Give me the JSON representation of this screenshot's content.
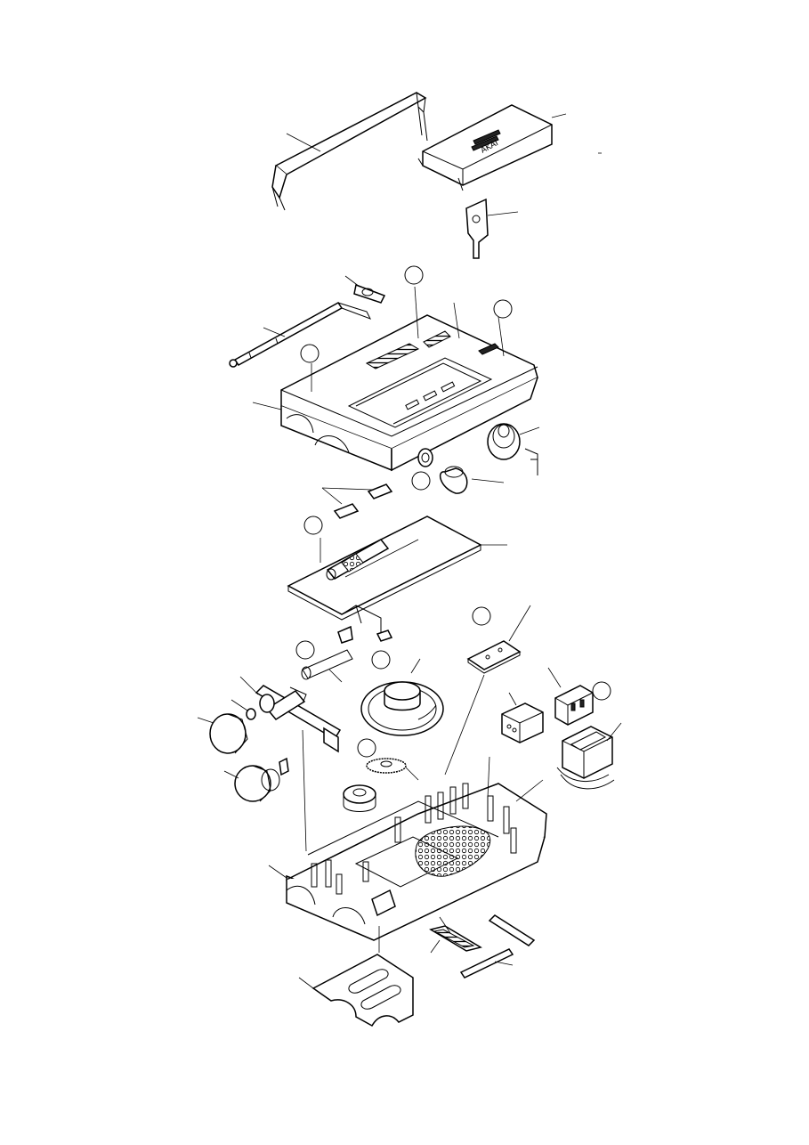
{
  "diagram": {
    "style": "exploded-view line drawing",
    "line_color": "#000000",
    "background": "#ffffff",
    "logo_text": "AKAI",
    "parts": [
      {
        "id": "carry-handle",
        "label": ""
      },
      {
        "id": "battery-door",
        "label": ""
      },
      {
        "id": "battery-spring-plate",
        "label": ""
      },
      {
        "id": "telescopic-antenna",
        "label": ""
      },
      {
        "id": "antenna-mount-bracket",
        "label": ""
      },
      {
        "id": "top-cabinet",
        "label": ""
      },
      {
        "id": "knob-large",
        "label": ""
      },
      {
        "id": "knob-small",
        "label": ""
      },
      {
        "id": "button-slide-caps",
        "label": ""
      },
      {
        "id": "main-pcb",
        "label": ""
      },
      {
        "id": "small-pcb",
        "label": ""
      },
      {
        "id": "tuning-shaft-assembly",
        "label": ""
      },
      {
        "id": "front-knob-a",
        "label": ""
      },
      {
        "id": "front-knob-b",
        "label": ""
      },
      {
        "id": "speaker",
        "label": ""
      },
      {
        "id": "gear-wheel",
        "label": ""
      },
      {
        "id": "pulley",
        "label": ""
      },
      {
        "id": "switch-block",
        "label": ""
      },
      {
        "id": "ac-socket",
        "label": ""
      },
      {
        "id": "power-transformer",
        "label": ""
      },
      {
        "id": "bottom-cabinet",
        "label": ""
      },
      {
        "id": "dial-pointer-a",
        "label": ""
      },
      {
        "id": "dial-pointer-b",
        "label": ""
      },
      {
        "id": "bottom-plate",
        "label": ""
      }
    ]
  }
}
